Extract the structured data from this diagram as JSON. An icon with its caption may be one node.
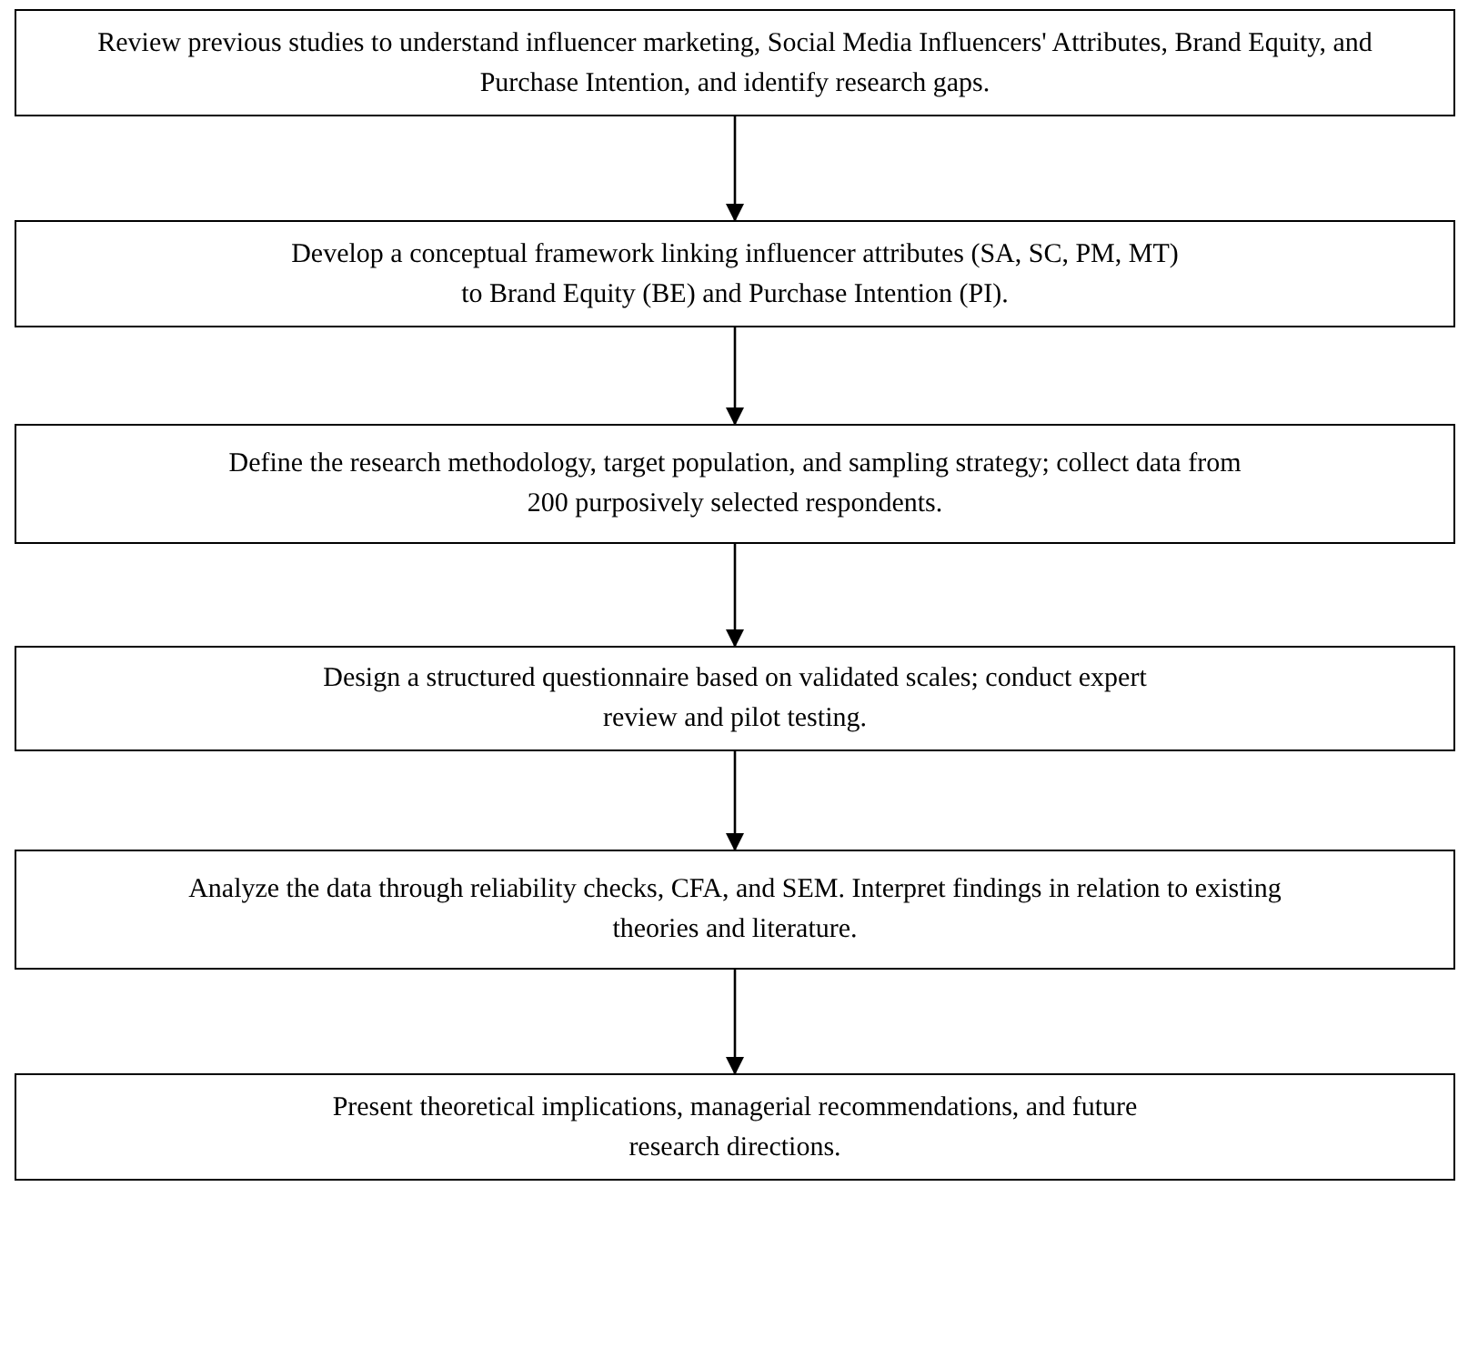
{
  "diagram": {
    "nodes": [
      {
        "text": [
          "Review previous studies to understand influencer marketing, Social Media Influencers' Attributes, Brand Equity, and Purchase Intention, and identify research gaps."
        ]
      },
      {
        "text": [
          "Develop a conceptual framework linking influencer attributes (SA, SC, PM, MT) to Brand Equity (BE) and Purchase Intention (PI)."
        ]
      },
      {
        "text": [
          "Define the research methodology, target population, and sampling strategy; collect data from 200 purposively selected respondents."
        ]
      },
      {
        "text": [
          "Design a structured questionnaire based on validated scales; conduct expert review and pilot testing."
        ]
      },
      {
        "text": [
          "Analyze the data through reliability checks, CFA, and SEM. Interpret findings in relation to existing theories and literature."
        ]
      },
      {
        "text": [
          "Present theoretical implications, managerial recommendations, and future research directions."
        ]
      }
    ],
    "edges": [
      {
        "from": 0,
        "to": 1,
        "arrow": "to"
      },
      {
        "from": 1,
        "to": 2,
        "arrow": "to"
      },
      {
        "from": 2,
        "to": 3,
        "arrow": "to"
      },
      {
        "from": 3,
        "to": 4,
        "arrow": "to"
      },
      {
        "from": 4,
        "to": 5,
        "arrow": "to"
      }
    ]
  }
}
